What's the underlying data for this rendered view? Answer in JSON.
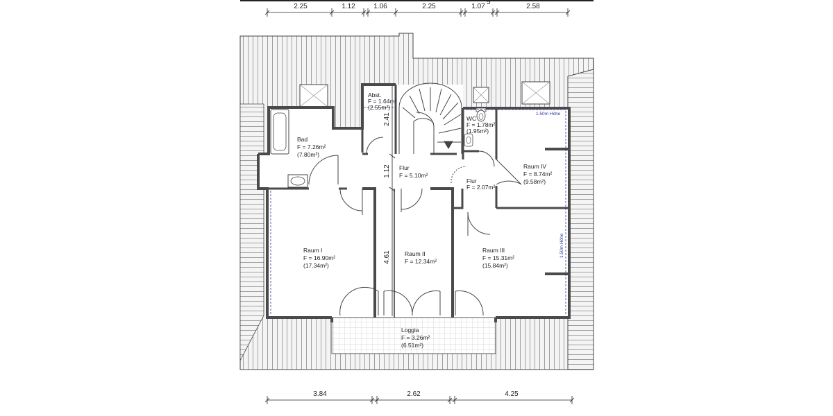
{
  "colors": {
    "wall": "#5a5a5a",
    "roof_line": "#8a8a8a",
    "roof_fill": "#f2f2f2",
    "floor": "#ffffff",
    "loggia_grid": "#c8c8c8",
    "blue_note": "#2a3aa0",
    "dim_line": "#222222"
  },
  "dimensions": {
    "top": [
      "2.25",
      "1.12",
      "1.06",
      "2.25",
      "1.07",
      "2.58"
    ],
    "top_superscript": "5",
    "bottom": [
      "3.84",
      "2.62",
      "4.25"
    ],
    "vertical": [
      "2.41",
      "1.12",
      "4.61"
    ]
  },
  "rooms": {
    "bad": {
      "name": "Bad",
      "area": "F = 7.26m²",
      "gross": "(7.80m²)"
    },
    "abst": {
      "name": "Abst.",
      "area": "F = 1.64m²",
      "gross": "(2.55m²)"
    },
    "wc": {
      "name": "WC",
      "area": "F = 1.78m²",
      "gross": "(1.95m²)"
    },
    "flur1": {
      "name": "Flur",
      "area": "F = 5.10m²"
    },
    "flur2": {
      "name": "Flur",
      "area": "F = 2.07m²"
    },
    "raum4": {
      "name": "Raum IV",
      "area": "F = 8.74m²",
      "gross": "(9.58m²)"
    },
    "raum1": {
      "name": "Raum I",
      "area": "F = 16.90m²",
      "gross": "(17.34m²)"
    },
    "raum2": {
      "name": "Raum II",
      "area": "F = 12.34m²"
    },
    "raum3": {
      "name": "Raum III",
      "area": "F = 15.31m²",
      "gross": "(15.84m²)"
    },
    "loggia": {
      "name": "Loggia",
      "area": "F = 3.26m²",
      "gross": "(6.51m²)"
    }
  },
  "notes": {
    "height_top": "1.50m Höhe",
    "height_side": "1.50m Höhe"
  },
  "icons": [
    "bathtub-icon",
    "sink-icon",
    "toilet-icon",
    "spiral-stair-icon",
    "skylight-icon",
    "door-swing-icon"
  ]
}
